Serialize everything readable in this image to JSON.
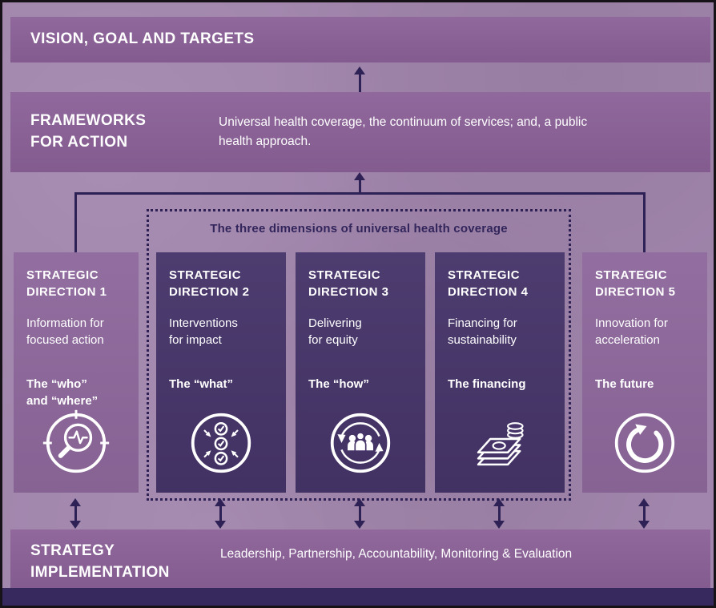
{
  "palette": {
    "background": "#a185ac",
    "band": "#8a6097",
    "light_column": "#8e689c",
    "dark_column": "#463469",
    "arrow": "#2d2155",
    "footer_strip": "#37295e",
    "text": "#ffffff",
    "dimensions_label_text": "#32255b"
  },
  "vision": {
    "title": "VISION, GOAL AND TARGETS"
  },
  "frameworks": {
    "title": "FRAMEWORKS\nFOR ACTION",
    "description": "Universal health coverage, the continuum of services; and, a public\nhealth approach."
  },
  "dimensions": {
    "label": "The three dimensions of universal health coverage"
  },
  "columns": [
    {
      "title": "STRATEGIC\nDIRECTION 1",
      "subtitle": "Information for\nfocused action",
      "tagline": "The “who”\nand “where”",
      "icon": "magnifier-pulse-icon"
    },
    {
      "title": "STRATEGIC\nDIRECTION 2",
      "subtitle": "Interventions\nfor impact",
      "tagline": "The “what”",
      "icon": "checklist-icon"
    },
    {
      "title": "STRATEGIC\nDIRECTION 3",
      "subtitle": "Delivering\nfor equity",
      "tagline": "The “how”",
      "icon": "people-cycle-icon"
    },
    {
      "title": "STRATEGIC\nDIRECTION 4",
      "subtitle": "Financing for\nsustainability",
      "tagline": "The financing",
      "icon": "money-stack-icon"
    },
    {
      "title": "STRATEGIC\nDIRECTION 5",
      "subtitle": "Innovation for\nacceleration",
      "tagline": "The future",
      "icon": "cycle-arrow-icon"
    }
  ],
  "implementation": {
    "title": "STRATEGY\nIMPLEMENTATION",
    "description": "Leadership, Partnership, Accountability, Monitoring & Evaluation"
  }
}
